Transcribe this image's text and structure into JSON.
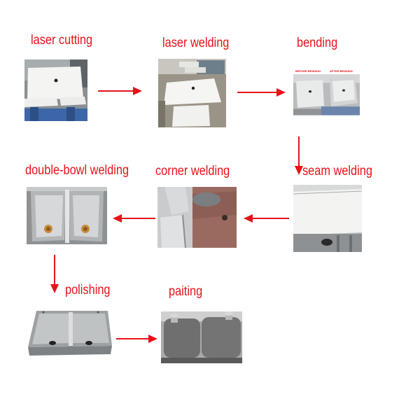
{
  "steps": {
    "laser_cutting": "laser cutting",
    "laser_welding": "laser welding",
    "bending": "bending",
    "seam_welding": "seam welding",
    "corner_welding": "corner welding",
    "double_bowl_welding": "double-bowl welding",
    "polishing": "polishing",
    "paiting": "paiting"
  },
  "bending_photo": {
    "before_label": "BEFORE BENDING",
    "after_label": "AFTER BENDING"
  },
  "colors": {
    "label": "#e8121a",
    "arrow": "#e8121a"
  }
}
